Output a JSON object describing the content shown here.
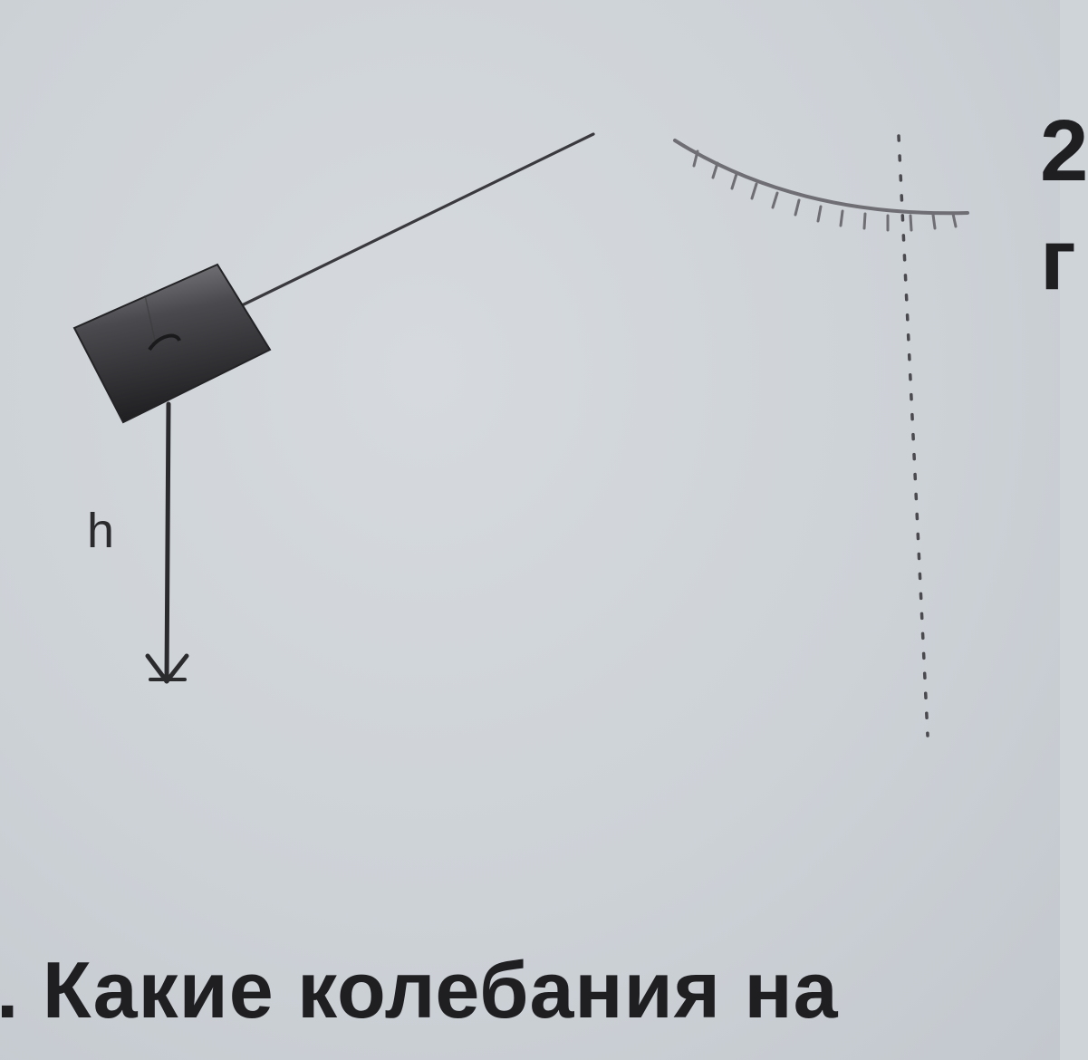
{
  "diagram": {
    "height_label": "h",
    "question_text": ". Какие колебания на",
    "cut_text_top": "2",
    "cut_text_second": "г",
    "colors": {
      "ink": "#2b2b2e",
      "thread": "#3a3a3e",
      "block_dark": "#2a2a2c",
      "block_light": "#7a7a7e",
      "ceiling": "#6e6e74"
    }
  }
}
